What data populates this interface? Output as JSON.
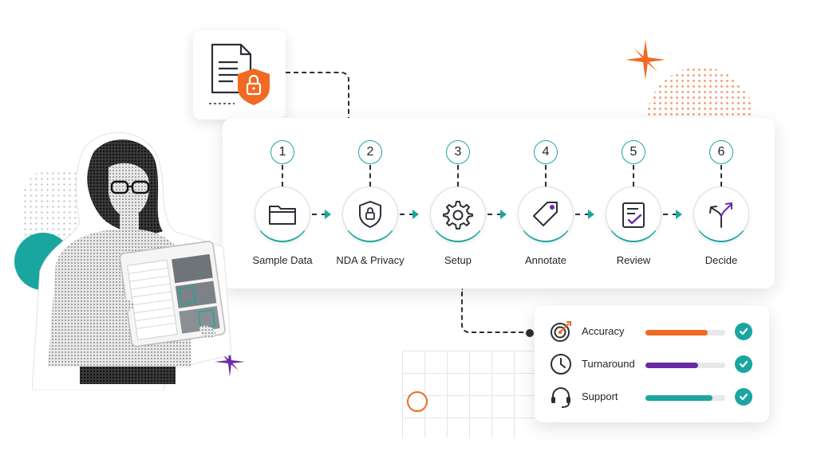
{
  "colors": {
    "teal": "#1aa6a0",
    "orange": "#f06a22",
    "purple": "#6a2aa8",
    "dark": "#2b2f36"
  },
  "document_card": {
    "icon": "document-lock-icon"
  },
  "steps": [
    {
      "number": "1",
      "label": "Sample Data",
      "icon": "folder-icon"
    },
    {
      "number": "2",
      "label": "NDA & Privacy",
      "icon": "shield-lock-icon"
    },
    {
      "number": "3",
      "label": "Setup",
      "icon": "gear-icon"
    },
    {
      "number": "4",
      "label": "Annotate",
      "icon": "tag-icon"
    },
    {
      "number": "5",
      "label": "Review",
      "icon": "checklist-icon"
    },
    {
      "number": "6",
      "label": "Decide",
      "icon": "split-arrows-icon"
    }
  ],
  "metrics": [
    {
      "label": "Accuracy",
      "icon": "target-icon",
      "level": 0.78,
      "color": "#f06a22"
    },
    {
      "label": "Turnaround",
      "icon": "clock-icon",
      "level": 0.66,
      "color": "#6a2aa8"
    },
    {
      "label": "Support",
      "icon": "headset-icon",
      "level": 0.84,
      "color": "#1aa6a0"
    }
  ]
}
